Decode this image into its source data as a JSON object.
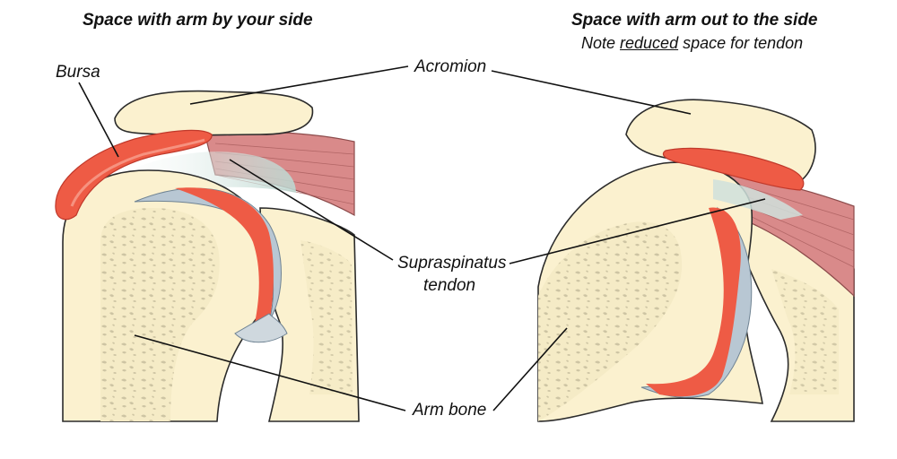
{
  "left_panel": {
    "title": "Space with arm by your side"
  },
  "right_panel": {
    "title": "Space with arm out to the side",
    "note_prefix": "Note ",
    "note_emphasis": "reduced",
    "note_suffix": " space for tendon"
  },
  "labels": {
    "bursa": "Bursa",
    "acromion": "Acromion",
    "supraspinatus_line1": "Supraspinatus",
    "supraspinatus_line2": "tendon",
    "arm_bone": "Arm bone"
  },
  "colors": {
    "bone": "#fbf1cf",
    "bone_outline": "#2b2b2b",
    "bursa": "#ee5b45",
    "bursa_light": "#f7a08f",
    "cartilage": "#b8c7d3",
    "muscle": "#d98a8a",
    "tendon": "#cfe0dc",
    "spongy_dots": "#cfc6a5"
  }
}
